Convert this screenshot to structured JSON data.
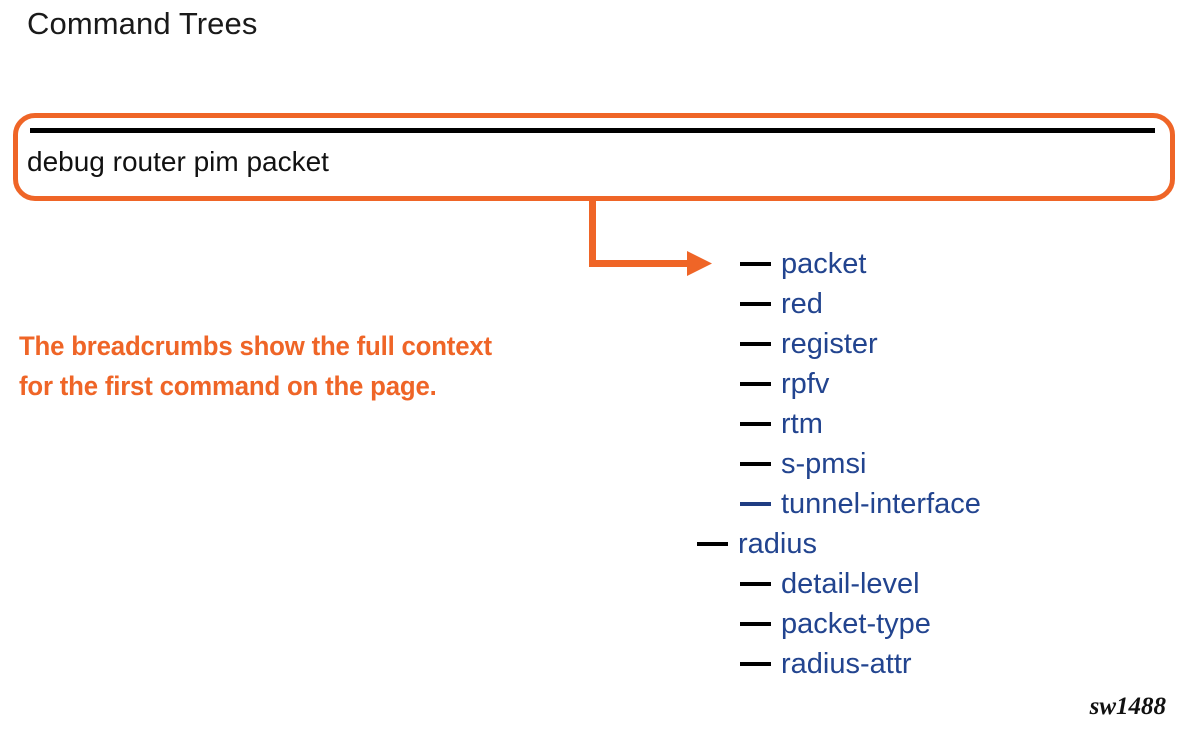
{
  "page": {
    "title": "Command Trees",
    "figure_id": "sw1488",
    "colors": {
      "accent_orange": "#ef6527",
      "tree_blue": "#22448f",
      "rule_black": "#000000",
      "background": "#ffffff"
    }
  },
  "command_box": {
    "breadcrumb": "debug router pim packet"
  },
  "callout": {
    "lines": [
      "The breadcrumbs show the full context",
      "for the first command on the page."
    ]
  },
  "connector": {
    "label": "elbow-arrow-pointing-to-packet"
  },
  "tree": {
    "items": [
      {
        "label": "packet",
        "level": 2,
        "dash_color": "#000000"
      },
      {
        "label": "red",
        "level": 2,
        "dash_color": "#000000"
      },
      {
        "label": "register",
        "level": 2,
        "dash_color": "#000000"
      },
      {
        "label": "rpfv",
        "level": 2,
        "dash_color": "#000000"
      },
      {
        "label": "rtm",
        "level": 2,
        "dash_color": "#000000"
      },
      {
        "label": "s-pmsi",
        "level": 2,
        "dash_color": "#000000"
      },
      {
        "label": "tunnel-interface",
        "level": 2,
        "dash_color": "#1f3d82"
      },
      {
        "label": "radius",
        "level": 1,
        "dash_color": "#000000"
      },
      {
        "label": "detail-level",
        "level": 2,
        "dash_color": "#000000"
      },
      {
        "label": "packet-type",
        "level": 2,
        "dash_color": "#000000"
      },
      {
        "label": "radius-attr",
        "level": 2,
        "dash_color": "#000000"
      }
    ]
  }
}
